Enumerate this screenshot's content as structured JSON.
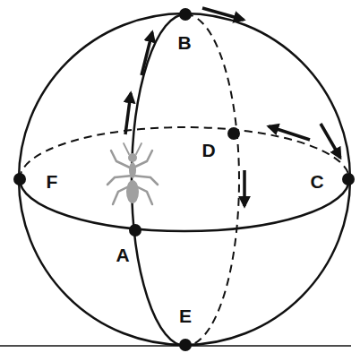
{
  "diagram": {
    "labels": [
      "B",
      "D",
      "F",
      "C",
      "A",
      "E"
    ]
  }
}
